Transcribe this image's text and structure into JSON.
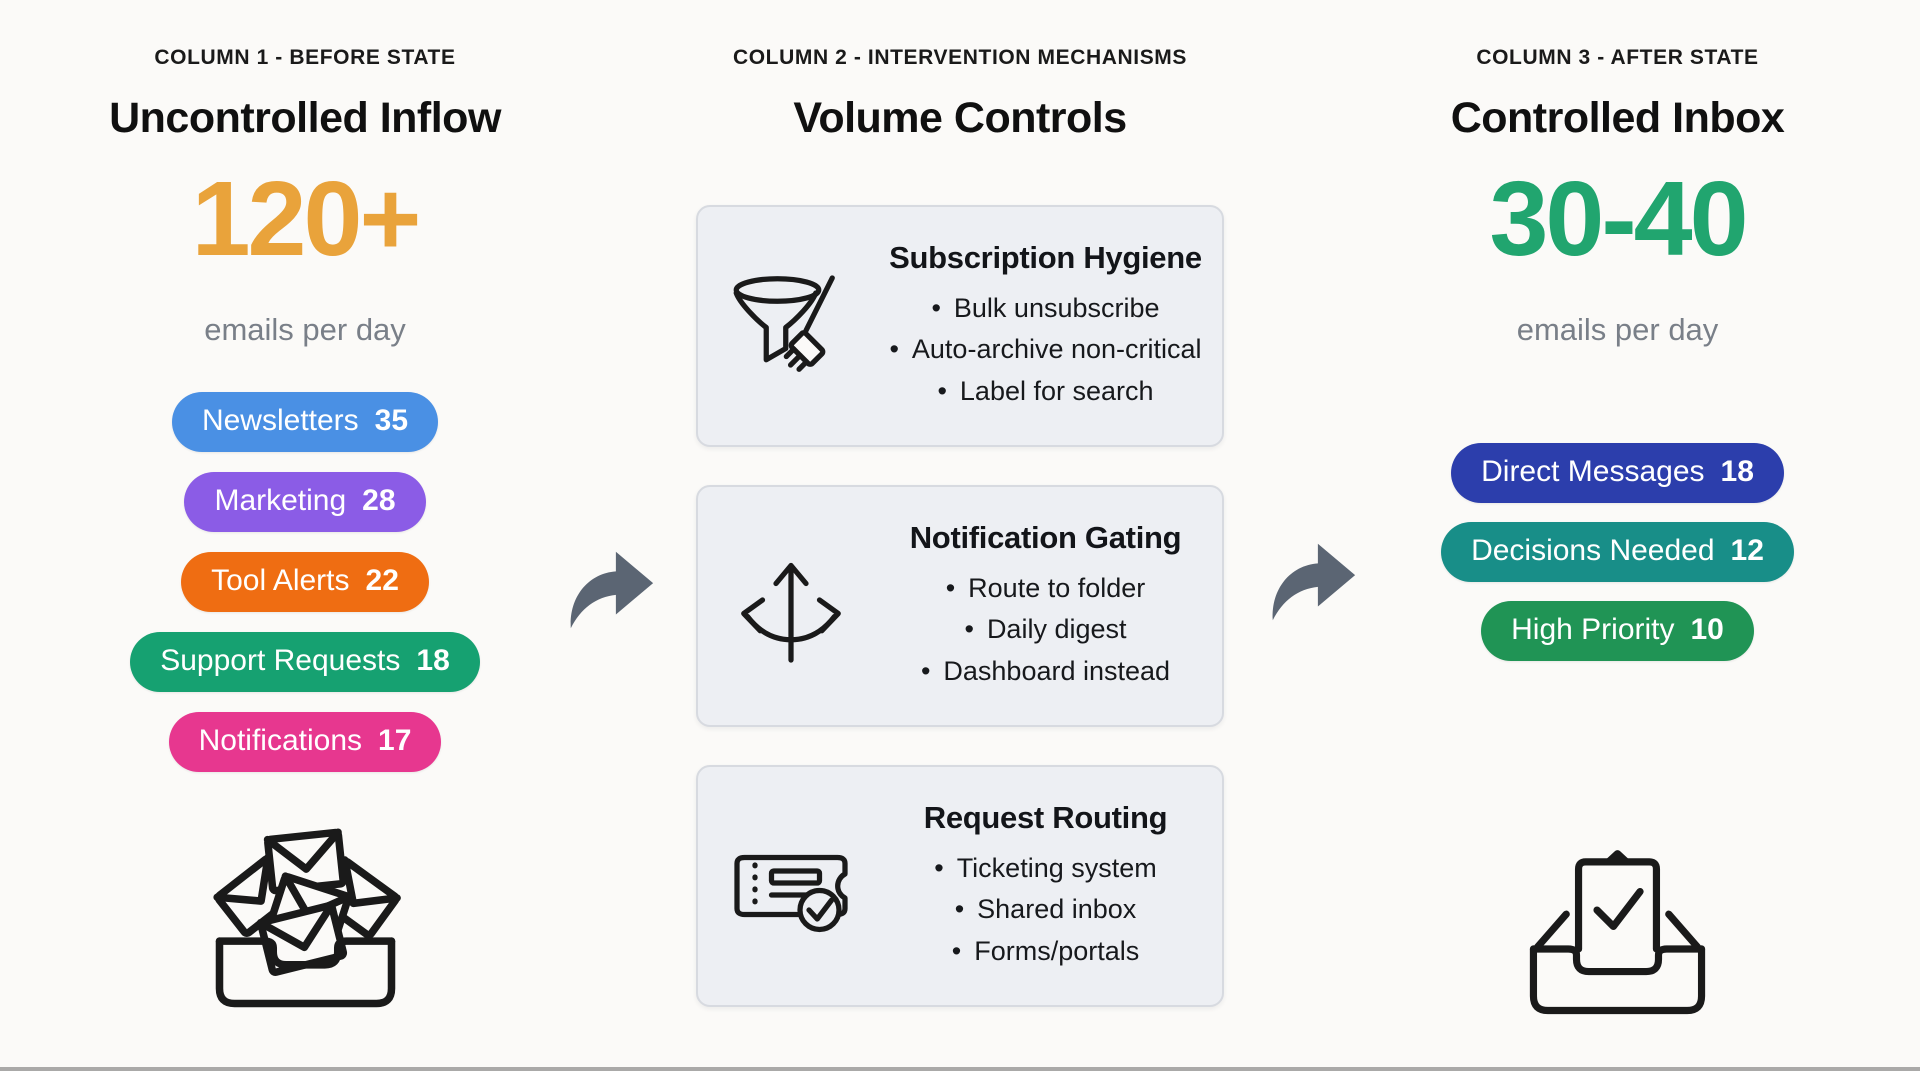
{
  "page": {
    "background": "#FBFAF8"
  },
  "arrows": {
    "color": "#5B6573",
    "icon": "curved-right-arrow-icon"
  },
  "columns": {
    "before": {
      "kicker": "COLUMN 1 - BEFORE STATE",
      "title": "Uncontrolled Inflow",
      "metric": {
        "value": "120+",
        "label": "emails per day",
        "color": "#E9A33B"
      },
      "pills": [
        {
          "label": "Newsletters",
          "count": "35",
          "color": "#4A90E4"
        },
        {
          "label": "Marketing",
          "count": "28",
          "color": "#8B5CE6"
        },
        {
          "label": "Tool Alerts",
          "count": "22",
          "color": "#EF6D12"
        },
        {
          "label": "Support Requests",
          "count": "18",
          "color": "#16A171"
        },
        {
          "label": "Notifications",
          "count": "17",
          "color": "#E7378F"
        }
      ],
      "icon": "overflowing-inbox-icon"
    },
    "intervention": {
      "kicker": "COLUMN 2 - INTERVENTION MECHANISMS",
      "title": "Volume Controls",
      "cards": [
        {
          "icon": "funnel-broom-icon",
          "title": "Subscription Hygiene",
          "bullets": [
            "Bulk unsubscribe",
            "Auto-archive non-critical",
            "Label for search"
          ]
        },
        {
          "icon": "branch-arrows-icon",
          "title": "Notification Gating",
          "bullets": [
            "Route to folder",
            "Daily digest",
            "Dashboard instead"
          ]
        },
        {
          "icon": "ticket-check-icon",
          "title": "Request Routing",
          "bullets": [
            "Ticketing system",
            "Shared inbox",
            "Forms/portals"
          ]
        }
      ]
    },
    "after": {
      "kicker": "COLUMN 3 - AFTER STATE",
      "title": "Controlled Inbox",
      "metric": {
        "value": "30-40",
        "label": "emails per day",
        "color": "#21A56F"
      },
      "pills": [
        {
          "label": "Direct Messages",
          "count": "18",
          "color": "#2C3EAC"
        },
        {
          "label": "Decisions Needed",
          "count": "12",
          "color": "#188E88"
        },
        {
          "label": "High Priority",
          "count": "10",
          "color": "#209455"
        }
      ],
      "icon": "inbox-check-icon"
    }
  }
}
